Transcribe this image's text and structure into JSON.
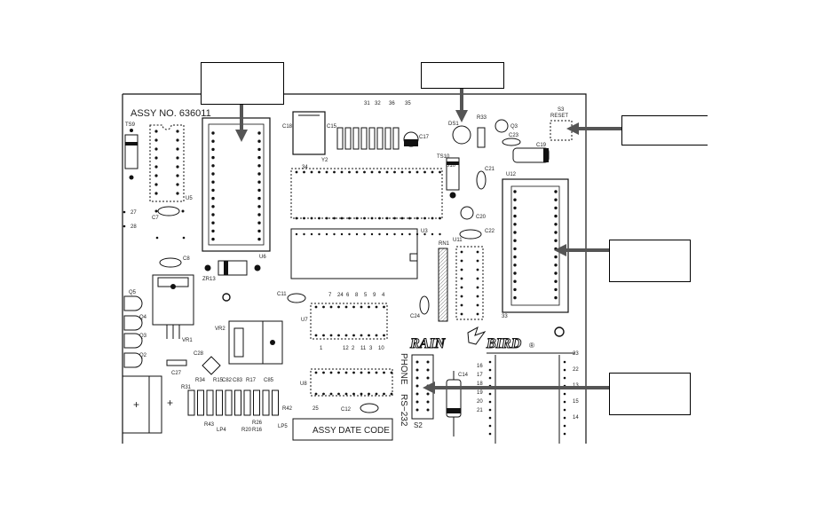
{
  "board": {
    "assy_no": "ASSY NO. 636011",
    "date_code": "ASSY DATE CODE",
    "brand_left": "RAIN",
    "brand_right": "BIRD",
    "registered": "®",
    "phone_label": "PHONE",
    "rs232_label": "RS−232",
    "reset_label": "RESET"
  },
  "parts": {
    "ts9": "TS9",
    "u5": "U5",
    "c7": "C7",
    "c8": "C8",
    "zr13": "ZR13",
    "q5": "Q5",
    "q4": "Q4",
    "q3b": "Q3",
    "q2": "Q2",
    "vr1": "VR1",
    "vr2": "VR2",
    "c27": "C27",
    "c28": "C28",
    "c18": "C18",
    "y2": "Y2",
    "c15": "C15",
    "c17": "C17",
    "u6": "U6",
    "u3": "U3",
    "u10": "U10",
    "u12": "U12",
    "u11": "U11",
    "rn1": "RN1",
    "ds1": "DS1",
    "r33": "R33",
    "q3": "Q3",
    "c23": "C23",
    "c19": "C19",
    "c21": "C21",
    "c20": "C20",
    "c22": "C22",
    "c24": "C24",
    "c11": "C11",
    "u7": "U7",
    "u8": "U8",
    "c12": "C12",
    "c14": "C14",
    "s3": "S3",
    "s2": "S2",
    "ts10": "TS10",
    "r31": "R31",
    "r34": "R34",
    "r15": "R15",
    "c82": "C82",
    "c83": "C83",
    "r17": "R17",
    "c85": "C85",
    "r42": "R42",
    "r43": "R43",
    "lp4": "LP4",
    "lp5": "LP5",
    "r20": "R20",
    "r16": "R16",
    "r26": "R26"
  },
  "pins": {
    "p27": "27",
    "p28": "28",
    "p34": "34",
    "p31": "31",
    "p32": "32",
    "p36": "36",
    "p35": "35",
    "p33": "33",
    "p25": "25",
    "u7_top": [
      "7",
      "24",
      "6",
      "8",
      "5",
      "9",
      "4"
    ],
    "u7_mid": [
      "1"
    ],
    "u7_bot": [
      "12",
      "2",
      "11",
      "3",
      "10"
    ],
    "right_left": [
      "16",
      "17",
      "18",
      "19",
      "20",
      "21"
    ],
    "right_right": [
      "23",
      "22",
      "13",
      "15",
      "14"
    ]
  },
  "callouts": [
    {
      "id": "top-left",
      "label": ""
    },
    {
      "id": "top-center",
      "label": ""
    },
    {
      "id": "right-top",
      "label": ""
    },
    {
      "id": "right-middle",
      "label": ""
    },
    {
      "id": "right-bottom",
      "label": ""
    }
  ],
  "colors": {
    "line": "#111111",
    "arrow": "#555555",
    "board_fill": "#ffffff"
  }
}
